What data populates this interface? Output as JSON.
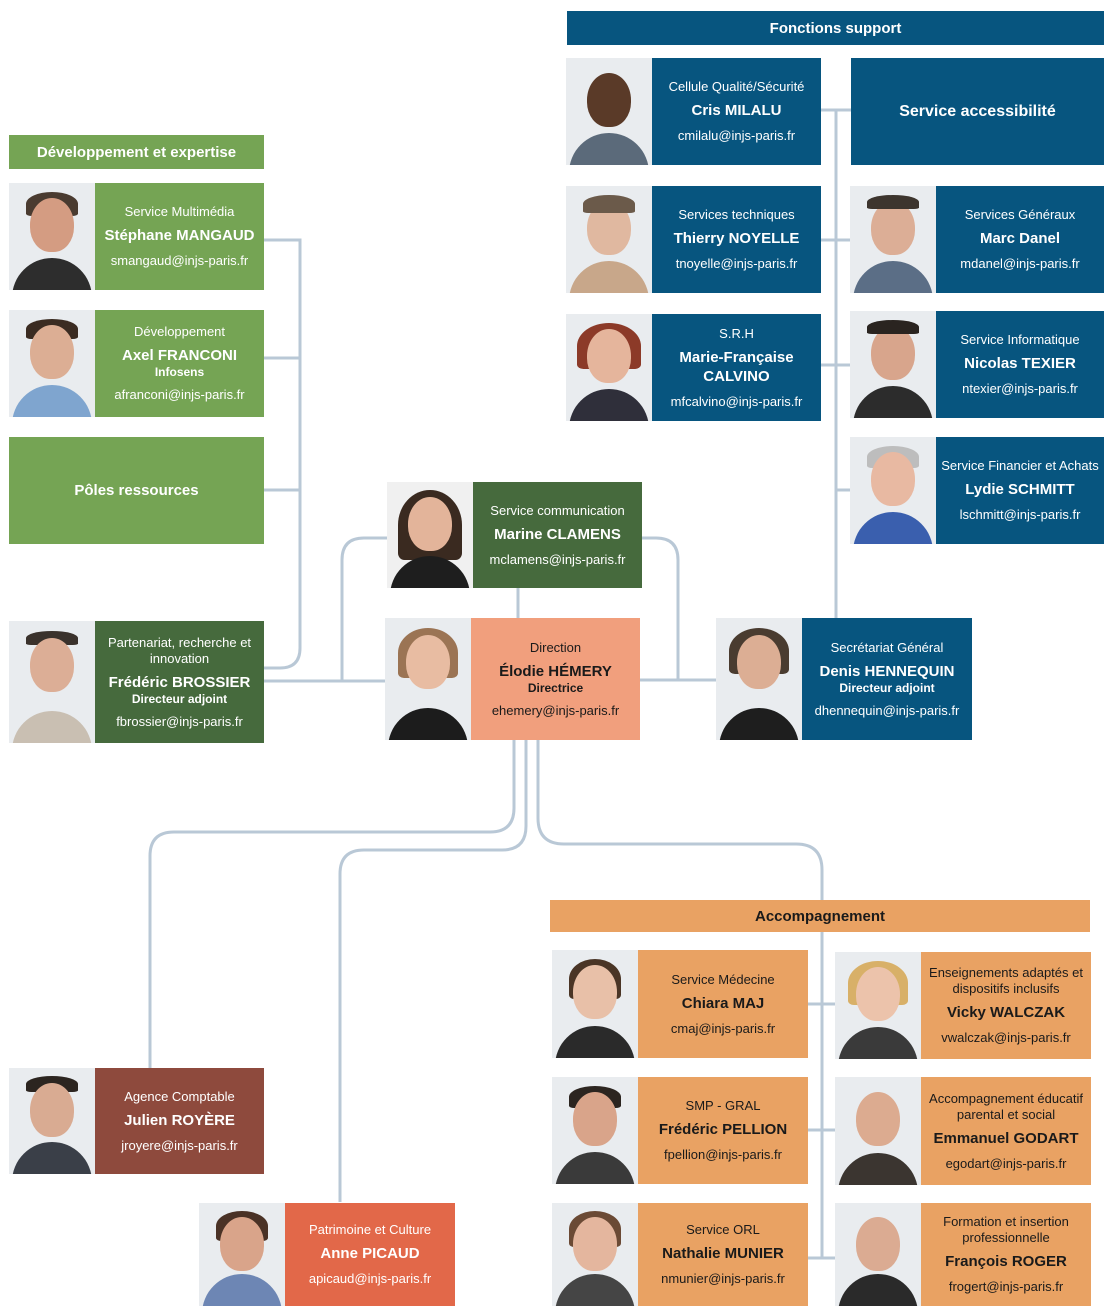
{
  "headers": {
    "support": "Fonctions support",
    "dev": "Développement et expertise",
    "accomp": "Accompagnement"
  },
  "boxes": {
    "accessibilite": "Service accessibilité",
    "poles": "Pôles ressources"
  },
  "cards": {
    "milalu": {
      "service": "Cellule Qualité/Sécurité",
      "name": "Cris MILALU",
      "email": "cmilalu@injs-paris.fr"
    },
    "noyelle": {
      "service": "Services techniques",
      "name": "Thierry NOYELLE",
      "email": "tnoyelle@injs-paris.fr"
    },
    "danel": {
      "service": "Services Généraux",
      "name": "Marc Danel",
      "email": "mdanel@injs-paris.fr"
    },
    "calvino": {
      "service": "S.R.H",
      "name": "Marie-Française CALVINO",
      "email": "mfcalvino@injs-paris.fr"
    },
    "texier": {
      "service": "Service Informatique",
      "name": "Nicolas TEXIER",
      "email": "ntexier@injs-paris.fr"
    },
    "schmitt": {
      "service": "Service Financier et Achats",
      "name": "Lydie SCHMITT",
      "email": "lschmitt@injs-paris.fr"
    },
    "mangaud": {
      "service": "Service Multimédia",
      "name": "Stéphane MANGAUD",
      "email": "smangaud@injs-paris.fr"
    },
    "franconi": {
      "service": "Développement",
      "name": "Axel FRANCONI",
      "sub": "Infosens",
      "email": "afranconi@injs-paris.fr"
    },
    "clamens": {
      "service": "Service communication",
      "name": "Marine CLAMENS",
      "email": "mclamens@injs-paris.fr"
    },
    "brossier": {
      "service": "Partenariat, recherche et innovation",
      "name": "Frédéric BROSSIER",
      "sub": "Directeur adjoint",
      "email": "fbrossier@injs-paris.fr"
    },
    "hemery": {
      "service": "Direction",
      "name": "Élodie HÉMERY",
      "sub": "Directrice",
      "email": "ehemery@injs-paris.fr"
    },
    "hennequin": {
      "service": "Secrétariat Général",
      "name": "Denis HENNEQUIN",
      "sub": "Directeur adjoint",
      "email": "dhennequin@injs-paris.fr"
    },
    "maj": {
      "service": "Service Médecine",
      "name": "Chiara MAJ",
      "email": "cmaj@injs-paris.fr"
    },
    "walczak": {
      "service": "Enseignements adaptés et dispositifs inclusifs",
      "name": "Vicky WALCZAK",
      "email": "vwalczak@injs-paris.fr"
    },
    "pellion": {
      "service": "SMP - GRAL",
      "name": "Frédéric PELLION",
      "email": "fpellion@injs-paris.fr"
    },
    "godart": {
      "service": "Accompagnement éducatif parental et social",
      "name": "Emmanuel GODART",
      "email": "egodart@injs-paris.fr"
    },
    "munier": {
      "service": "Service ORL",
      "name": "Nathalie MUNIER",
      "email": "nmunier@injs-paris.fr"
    },
    "roger": {
      "service": "Formation et insertion professionnelle",
      "name": "François ROGER",
      "email": "frogert@injs-paris.fr"
    },
    "royere": {
      "service": "Agence Comptable",
      "name": "Julien ROYÈRE",
      "email": "jroyere@injs-paris.fr"
    },
    "picaud": {
      "service": "Patrimoine et Culture",
      "name": "Anne PICAUD",
      "email": "apicaud@injs-paris.fr"
    }
  },
  "colors": {
    "green": "#75a454",
    "dark_green": "#466a3d",
    "blue": "#07557f",
    "salmon": "#f19f7d",
    "orange": "#e9a263",
    "brown": "#8e4a3d",
    "coral": "#e26849",
    "connector": "#b9c8d6"
  }
}
